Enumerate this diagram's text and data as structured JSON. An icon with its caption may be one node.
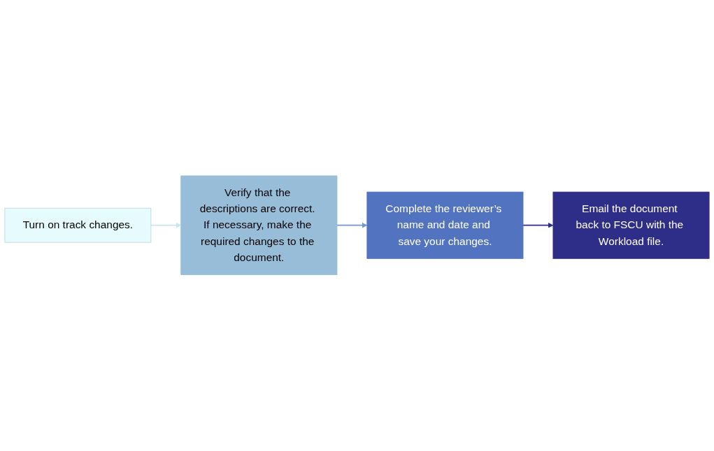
{
  "diagram": {
    "nodes": [
      {
        "text": [
          "Turn on track changes."
        ]
      },
      {
        "text": [
          "Verify that the descriptions are correct. If necessary, make the required changes to the document."
        ]
      },
      {
        "text": [
          "Complete the reviewer’s name and date and save your changes."
        ]
      },
      {
        "text": [
          "Email the document back to FSCU with the Workload file."
        ]
      }
    ],
    "edges": [
      {
        "from": 0,
        "to": 1,
        "arrow": "to",
        "color": "#c5e6ea"
      },
      {
        "from": 1,
        "to": 2,
        "arrow": "to",
        "color": "#7099c8"
      },
      {
        "from": 2,
        "to": 3,
        "arrow": "to",
        "color": "#2e2d88"
      }
    ]
  }
}
